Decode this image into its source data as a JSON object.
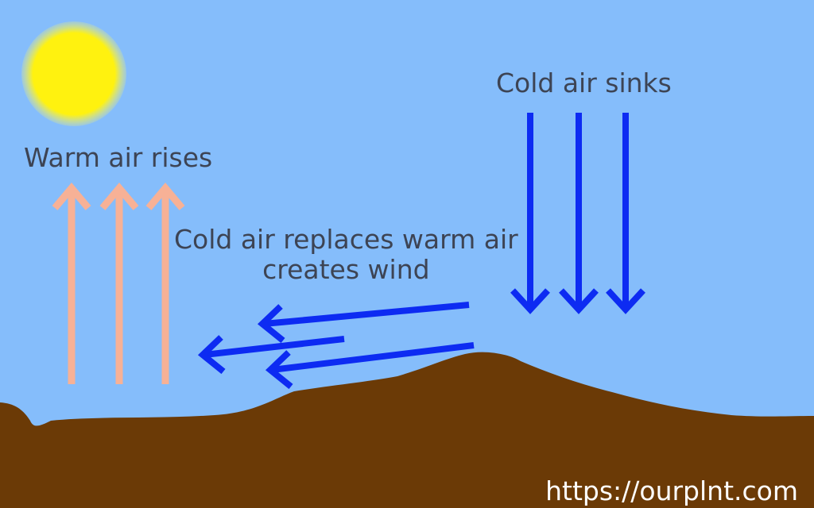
{
  "diagram": {
    "labels": {
      "warm_air_rises": "Warm air rises",
      "cold_air_sinks": "Cold air sinks",
      "wind_line1": "Cold air replaces warm air",
      "wind_line2": "creates wind"
    },
    "watermark": "https://ourplnt.com"
  },
  "colors": {
    "sky": "#85bdfb",
    "sun": "#fff20f",
    "sun_glow": "#fbf76a",
    "warm_arrow": "#f7b196",
    "cold_arrow": "#0d2bf2",
    "ground": "#6b3a06",
    "text": "#3d4454",
    "watermark": "#ffffff"
  }
}
